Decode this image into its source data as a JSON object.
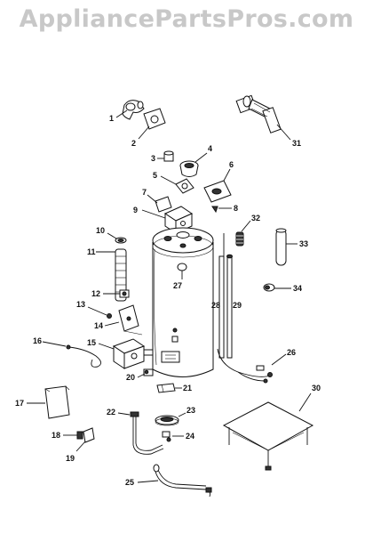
{
  "watermark": "AppliancePartsPros.com",
  "colors": {
    "ink": "#111111",
    "watermark": "#c8c8c8",
    "background": "#ffffff"
  },
  "callouts": [
    "1",
    "2",
    "3",
    "4",
    "5",
    "6",
    "7",
    "8",
    "9",
    "10",
    "11",
    "12",
    "13",
    "14",
    "15",
    "16",
    "17",
    "18",
    "19",
    "20",
    "21",
    "22",
    "23",
    "24",
    "25",
    "26",
    "27",
    "28",
    "29",
    "30",
    "31",
    "32",
    "33",
    "34"
  ]
}
